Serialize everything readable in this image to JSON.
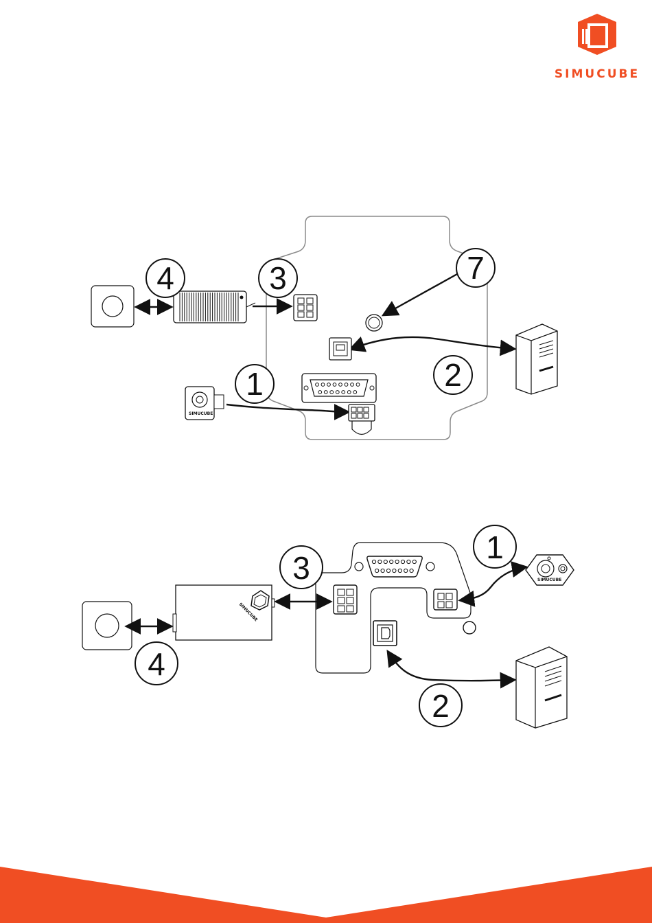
{
  "brand": {
    "name": "SIMUCUBE",
    "color": "#f04e23"
  },
  "colors": {
    "stroke": "#111111",
    "pcb": "#8a8a8a",
    "footer": "#f04e23"
  },
  "top": {
    "labels": [
      "4",
      "3",
      "7",
      "1",
      "2"
    ]
  },
  "bottom": {
    "labels": [
      "3",
      "1",
      "4",
      "2"
    ]
  },
  "device_marks": {
    "encoder_text": "SIMUCUBE",
    "psu_text": "SIMUCUBE",
    "wheel_text": "SIMUCUBE"
  }
}
